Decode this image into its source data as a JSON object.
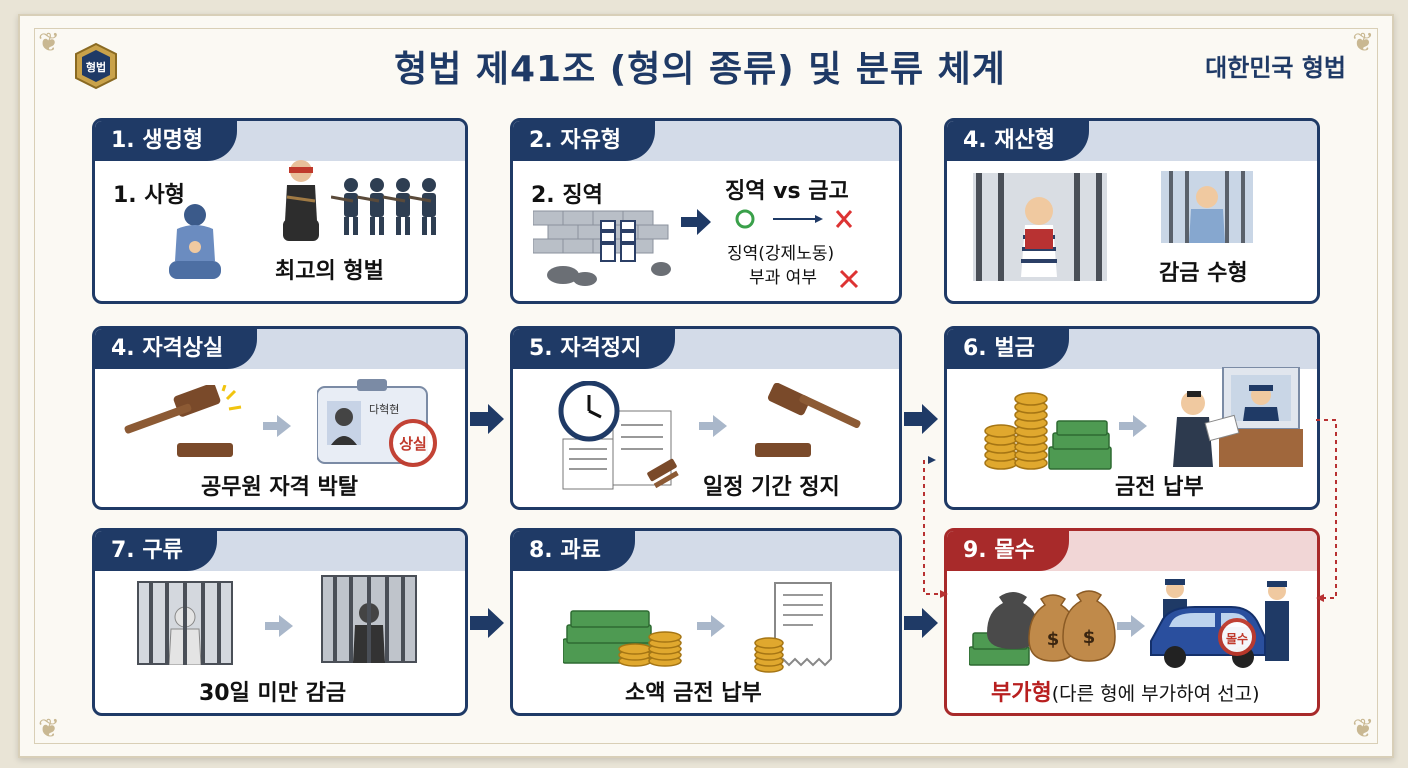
{
  "header": {
    "title": "형법 제41조 (형의 종류) 및 분류 체계",
    "subtitle": "대한민국 형법",
    "emblem_text": "형법"
  },
  "cards": {
    "c1": {
      "title": "1. 생명형",
      "label_a": "1. 사형",
      "label_b": "최고의 형벌"
    },
    "c2": {
      "title": "2. 자유형",
      "label_a": "2. 징역",
      "compare": "징역 vs 금고",
      "note_1": "징역(강제노동)",
      "note_2": "부과 여부"
    },
    "c3": {
      "title": "4. 재산형",
      "label_b": "감금 수형"
    },
    "c4": {
      "title": "4. 자격상실",
      "label_b": "공무원 자격 박탈",
      "id_text": "다혁현",
      "stamp": "상실"
    },
    "c5": {
      "title": "5. 자격정지",
      "label_b": "일정 기간 정지"
    },
    "c6": {
      "title": "6. 벌금",
      "label_b": "금전 납부"
    },
    "c7": {
      "title": "7. 구류",
      "label_b": "30일 미만 감금"
    },
    "c8": {
      "title": "8. 과료",
      "label_b": "소액 금전 납부"
    },
    "c9": {
      "title": "9. 몰수",
      "label_red": "부가형",
      "label_rest": "(다른 형에 부가하여 선고)",
      "stamp": "몰수"
    }
  },
  "colors": {
    "navy": "#1f3a66",
    "red": "#a82a2a",
    "cream": "#fbf9f3"
  }
}
